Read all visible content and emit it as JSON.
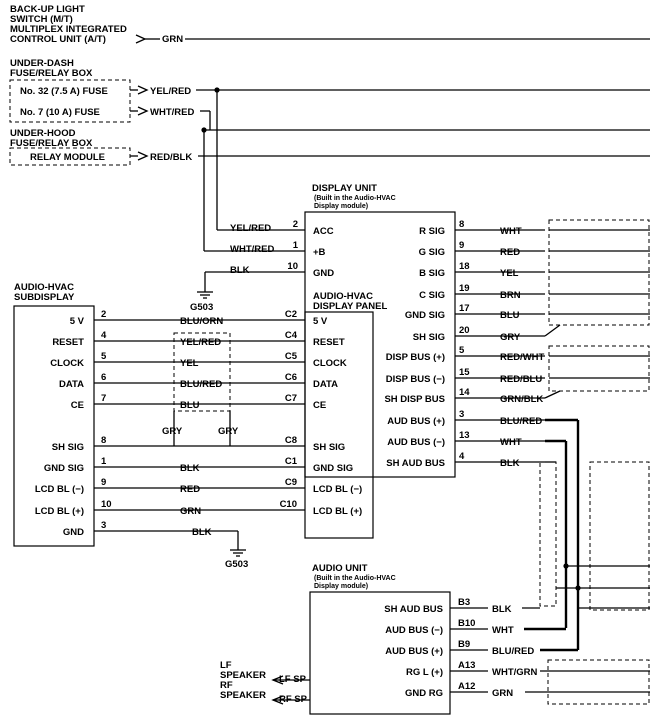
{
  "sources": {
    "backup_light": [
      "BACK-UP LIGHT",
      "SWITCH (M/T)",
      "MULTIPLEX INTEGRATED",
      "CONTROL UNIT (A/T)"
    ],
    "backup_wire": "GRN",
    "underdash": [
      "UNDER-DASH",
      "FUSE/RELAY BOX"
    ],
    "fuse32": "No. 32 (7.5 A) FUSE",
    "fuse32_wire": "YEL/RED",
    "fuse7": "No. 7 (10 A) FUSE",
    "fuse7_wire": "WHT/RED",
    "underhood": [
      "UNDER-HOOD",
      "FUSE/RELAY BOX"
    ],
    "relay": "RELAY MODULE",
    "relay_wire": "RED/BLK"
  },
  "display_unit": {
    "title": "DISPLAY UNIT",
    "subtitle": [
      "(Built in the Audio-HVAC",
      "Display module)"
    ],
    "left_pins": [
      {
        "wire": "YEL/RED",
        "pin": "2",
        "label": "ACC"
      },
      {
        "wire": "WHT/RED",
        "pin": "1",
        "label": "+B"
      },
      {
        "wire": "BLK",
        "pin": "10",
        "label": "GND"
      }
    ],
    "right_pins": [
      {
        "label": "R SIG",
        "pin": "8",
        "wire": "WHT"
      },
      {
        "label": "G SIG",
        "pin": "9",
        "wire": "RED"
      },
      {
        "label": "B SIG",
        "pin": "18",
        "wire": "YEL"
      },
      {
        "label": "C SIG",
        "pin": "19",
        "wire": "BRN"
      },
      {
        "label": "GND SIG",
        "pin": "17",
        "wire": "BLU"
      },
      {
        "label": "SH SIG",
        "pin": "20",
        "wire": "GRY"
      },
      {
        "label": "DISP BUS (+)",
        "pin": "5",
        "wire": "RED/WHT"
      },
      {
        "label": "DISP BUS (−)",
        "pin": "15",
        "wire": "RED/BLU"
      },
      {
        "label": "SH DISP BUS",
        "pin": "14",
        "wire": "GRN/BLK"
      },
      {
        "label": "AUD BUS (+)",
        "pin": "3",
        "wire": "BLU/RED"
      },
      {
        "label": "AUD BUS (−)",
        "pin": "13",
        "wire": "WHT"
      },
      {
        "label": "SH AUD BUS",
        "pin": "4",
        "wire": "BLK"
      }
    ]
  },
  "ground_upper": "G503",
  "panel": {
    "title": [
      "AUDIO-HVAC",
      "DISPLAY PANEL"
    ],
    "pins": [
      {
        "pin": "C2",
        "label": "5 V",
        "wire": "BLU/ORN"
      },
      {
        "pin": "C4",
        "label": "RESET",
        "wire": "YEL/RED"
      },
      {
        "pin": "C5",
        "label": "CLOCK",
        "wire": "YEL"
      },
      {
        "pin": "C6",
        "label": "DATA",
        "wire": "BLU/RED"
      },
      {
        "pin": "C7",
        "label": "CE",
        "wire": "BLU"
      },
      {
        "pin": "C8",
        "label": "SH SIG",
        "wire": ""
      },
      {
        "pin": "C1",
        "label": "GND SIG",
        "wire": "BLK"
      },
      {
        "pin": "C9",
        "label": "LCD BL (−)",
        "wire": "RED"
      },
      {
        "pin": "C10",
        "label": "LCD BL (+)",
        "wire": "GRN"
      }
    ]
  },
  "subdisplay": {
    "title": [
      "AUDIO-HVAC",
      "SUBDISPLAY"
    ],
    "pins": [
      {
        "label": "5 V",
        "pin": "2"
      },
      {
        "label": "RESET",
        "pin": "4"
      },
      {
        "label": "CLOCK",
        "pin": "5"
      },
      {
        "label": "DATA",
        "pin": "6"
      },
      {
        "label": "CE",
        "pin": "7"
      },
      {
        "label": "SH SIG",
        "pin": "8"
      },
      {
        "label": "GND SIG",
        "pin": "1"
      },
      {
        "label": "LCD BL (−)",
        "pin": "9"
      },
      {
        "label": "LCD BL (+)",
        "pin": "10"
      },
      {
        "label": "GND",
        "pin": "3"
      }
    ],
    "gnd_wire": "BLK",
    "shield_left": "GRY",
    "shield_right": "GRY"
  },
  "ground_lower": "G503",
  "audio_unit": {
    "title": "AUDIO UNIT",
    "subtitle": [
      "(Built in the Audio-HVAC",
      "Display module)"
    ],
    "pins": [
      {
        "label": "SH AUD BUS",
        "pin": "B3",
        "wire": "BLK"
      },
      {
        "label": "AUD BUS (−)",
        "pin": "B10",
        "wire": "WHT"
      },
      {
        "label": "AUD BUS (+)",
        "pin": "B9",
        "wire": "BLU/RED"
      },
      {
        "label": "RG L (+)",
        "pin": "A13",
        "wire": "WHT/GRN"
      },
      {
        "label": "GND RG",
        "pin": "A12",
        "wire": "GRN"
      }
    ]
  },
  "speakers": [
    {
      "name": [
        "LF",
        "SPEAKER"
      ],
      "wire": "LF SP"
    },
    {
      "name": [
        "RF",
        "SPEAKER"
      ],
      "wire": "RF SP"
    }
  ]
}
